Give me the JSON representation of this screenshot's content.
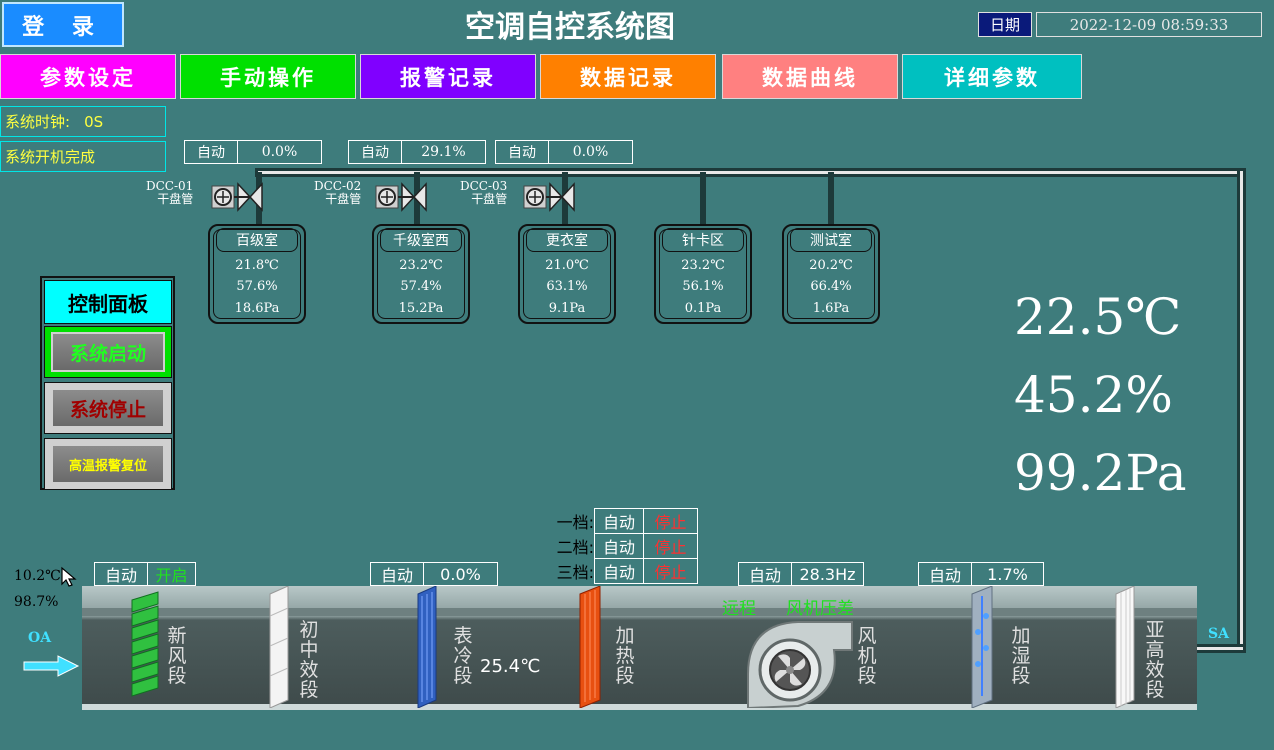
{
  "header": {
    "login_label": "登 录",
    "title": "空调自控系统图",
    "date_label": "日期",
    "date_value": "2022-12-09 08:59:33"
  },
  "nav": [
    {
      "label": "参数设定",
      "bg": "#ff00ff",
      "fg": "#ffffff"
    },
    {
      "label": "手动操作",
      "bg": "#00e000",
      "fg": "#ffffff"
    },
    {
      "label": "报警记录",
      "bg": "#8000ff",
      "fg": "#ffffff"
    },
    {
      "label": "数据记录",
      "bg": "#ff8000",
      "fg": "#ffffff"
    },
    {
      "label": "数据曲线",
      "bg": "#ff8080",
      "fg": "#ffffff"
    },
    {
      "label": "详细参数",
      "bg": "#00c0c0",
      "fg": "#ffffff"
    }
  ],
  "clock": {
    "label": "系统时钟:",
    "value": "0S",
    "status": "系统开机完成"
  },
  "valves": [
    {
      "mode": "自动",
      "value": "0.0%",
      "dcc": "DCC-01",
      "type": "干盘管"
    },
    {
      "mode": "自动",
      "value": "29.1%",
      "dcc": "DCC-02",
      "type": "干盘管"
    },
    {
      "mode": "自动",
      "value": "0.0%",
      "dcc": "DCC-03",
      "type": "干盘管"
    }
  ],
  "rooms": [
    {
      "name": "百级室",
      "temp": "21.8℃",
      "hum": "57.6%",
      "press": "18.6Pa"
    },
    {
      "name": "千级室西",
      "temp": "23.2℃",
      "hum": "57.4%",
      "press": "15.2Pa"
    },
    {
      "name": "更衣室",
      "temp": "21.0℃",
      "hum": "63.1%",
      "press": "9.1Pa"
    },
    {
      "name": "针卡区",
      "temp": "23.2℃",
      "hum": "56.1%",
      "press": "0.1Pa"
    },
    {
      "name": "测试室",
      "temp": "20.2℃",
      "hum": "66.4%",
      "press": "1.6Pa"
    }
  ],
  "control_panel": {
    "title": "控制面板",
    "start": "系统启动",
    "stop": "系统停止",
    "reset": "高温报警复位"
  },
  "readings": {
    "temp": "22.5℃",
    "hum": "45.2%",
    "press": "99.2Pa"
  },
  "fresh_air": {
    "temp": "10.2℃",
    "hum": "98.7%",
    "oa": "OA",
    "sa": "SA"
  },
  "ahu_controls": {
    "damper": {
      "mode": "自动",
      "state": "开启"
    },
    "cool_valve": {
      "mode": "自动",
      "value": "0.0%"
    },
    "heat_stages": [
      {
        "label": "一档:",
        "mode": "自动",
        "state": "停止"
      },
      {
        "label": "二档:",
        "mode": "自动",
        "state": "停止"
      },
      {
        "label": "三档:",
        "mode": "自动",
        "state": "停止"
      }
    ],
    "fan": {
      "mode": "自动",
      "value": "28.3Hz"
    },
    "humidifier": {
      "mode": "自动",
      "value": "1.7%"
    }
  },
  "ahu": {
    "status_remote": "远程",
    "status_fan": "风机压差",
    "coil_temp": "25.4℃",
    "segments": [
      "新风段",
      "初中效段",
      "表冷段",
      "加热段",
      "风机段",
      "加湿段",
      "亚高效段"
    ]
  }
}
